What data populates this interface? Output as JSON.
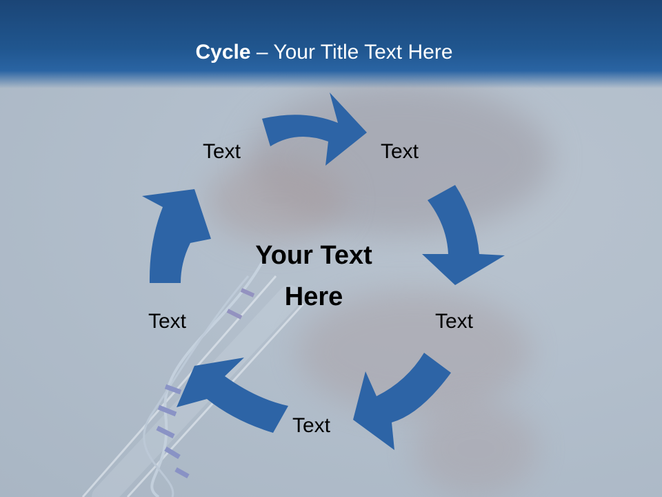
{
  "slide": {
    "title_bold": "Cycle",
    "title_rest": " – Your Title Text Here",
    "center_line1": "Your Text",
    "center_line2": "Here",
    "nodes": [
      "Text",
      "Text",
      "Text",
      "Text",
      "Text"
    ]
  },
  "colors": {
    "header": "#20568f",
    "arrow": "#2d64a6",
    "text": "#000000",
    "title": "#ffffff"
  }
}
